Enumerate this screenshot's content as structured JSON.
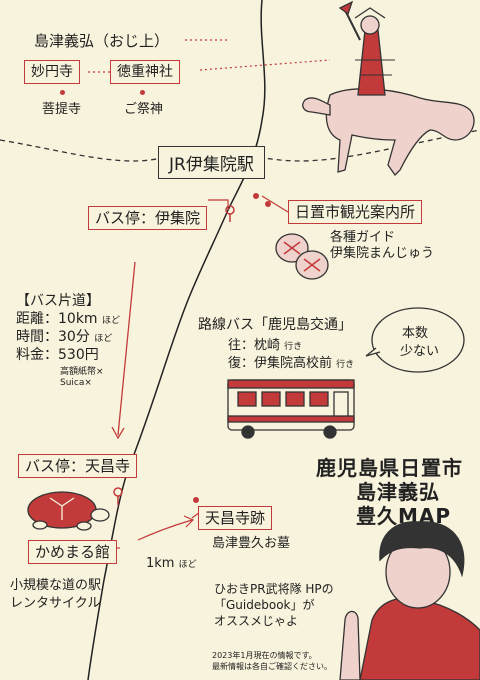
{
  "shimazu_oji": "島津義弘（おじ上）",
  "myoenji": "妙円寺",
  "tokushige": "徳重神社",
  "bodaiji": "菩提寺",
  "gosaijin": "ご祭神",
  "station": "JR伊集院駅",
  "bus_stop_ijuin": "バス停：伊集院",
  "kanko": "日置市観光案内所",
  "kanko_sub1": "各種ガイド",
  "kanko_sub2": "伊集院まんじゅう",
  "bus_kata": "【バス片道】",
  "kyori_lbl": "距離：10km",
  "kyori_suffix": "ほど",
  "jikan_lbl": "時間：30分",
  "jikan_suffix": "ほど",
  "ryokin_lbl": "料金：530円",
  "note1": "高額紙幣×",
  "note2": "Suica×",
  "rosen": "路線バス「鹿児島交通」",
  "ou": "往：枕崎",
  "ou_suffix": "行き",
  "fuku": "復：伊集院高校前",
  "fuku_suffix": "行き",
  "bubble1": "本数",
  "bubble2": "少ない",
  "bus_stop_tensho": "バス停：天昌寺",
  "tenshoji_ato": "天昌寺跡",
  "bochi": "島津豊久お墓",
  "kamemaru": "かめまる館",
  "kibo1": "小規模な道の駅",
  "kibo2": "レンタサイクル",
  "km": "1km",
  "km_suffix": "ほど",
  "title1": "鹿児島県日置市",
  "title2": "島津義弘",
  "title3": "豊久MAP",
  "pr1": "ひおきPR武将隊 HPの",
  "pr2": "「Guidebook」が",
  "pr3": "オススメじゃよ",
  "footer1": "2023年1月現在の情報です。",
  "footer2": "最新情報は各自ご確認ください。",
  "colors": {
    "accent": "#c23a3a",
    "bg": "#f8f3dc"
  }
}
